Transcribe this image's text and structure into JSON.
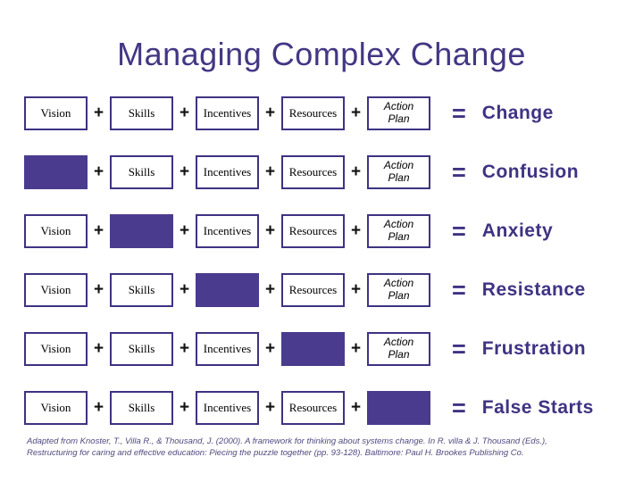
{
  "slide": {
    "title": "Managing Complex Change",
    "plus_sign": "+",
    "equals_sign": "=",
    "rows": [
      {
        "result": "Change",
        "cells": [
          {
            "label": "Vision",
            "filled": false
          },
          {
            "label": "Skills",
            "filled": false
          },
          {
            "label": "Incentives",
            "filled": false
          },
          {
            "label": "Resources",
            "filled": false
          },
          {
            "label": "Action Plan",
            "filled": false,
            "italic": true
          }
        ]
      },
      {
        "result": "Confusion",
        "cells": [
          {
            "filled": true
          },
          {
            "label": "Skills",
            "filled": false
          },
          {
            "label": "Incentives",
            "filled": false
          },
          {
            "label": "Resources",
            "filled": false
          },
          {
            "label": "Action Plan",
            "filled": false,
            "italic": true
          }
        ]
      },
      {
        "result": "Anxiety",
        "cells": [
          {
            "label": "Vision",
            "filled": false
          },
          {
            "filled": true
          },
          {
            "label": "Incentives",
            "filled": false
          },
          {
            "label": "Resources",
            "filled": false
          },
          {
            "label": "Action Plan",
            "filled": false,
            "italic": true
          }
        ]
      },
      {
        "result": "Resistance",
        "cells": [
          {
            "label": "Vision",
            "filled": false
          },
          {
            "label": "Skills",
            "filled": false
          },
          {
            "filled": true
          },
          {
            "label": "Resources",
            "filled": false
          },
          {
            "label": "Action Plan",
            "filled": false,
            "italic": true
          }
        ]
      },
      {
        "result": "Frustration",
        "cells": [
          {
            "label": "Vision",
            "filled": false
          },
          {
            "label": "Skills",
            "filled": false
          },
          {
            "label": "Incentives",
            "filled": false
          },
          {
            "filled": true
          },
          {
            "label": "Action Plan",
            "filled": false,
            "italic": true
          }
        ]
      },
      {
        "result": "False Starts",
        "cells": [
          {
            "label": "Vision",
            "filled": false
          },
          {
            "label": "Skills",
            "filled": false
          },
          {
            "label": "Incentives",
            "filled": false
          },
          {
            "label": "Resources",
            "filled": false
          },
          {
            "filled": true
          }
        ]
      }
    ],
    "citation_lines": [
      "Adapted from Knoster, T., Villa R., & Thousand, J. (2000). A framework for thinking about systems change. In R. villa & J. Thousand (Eds.),",
      "Restructuring for caring and effective education: Piecing the puzzle together (pp. 93-128). Baltimore: Paul H. Brookes Publishing Co."
    ],
    "colors": {
      "purple_fill": "#4b3b8e",
      "purple_border": "#3e3383",
      "purple_text": "#423784",
      "plus_black": "#111111",
      "citation_purple": "#4f4a7e"
    }
  }
}
